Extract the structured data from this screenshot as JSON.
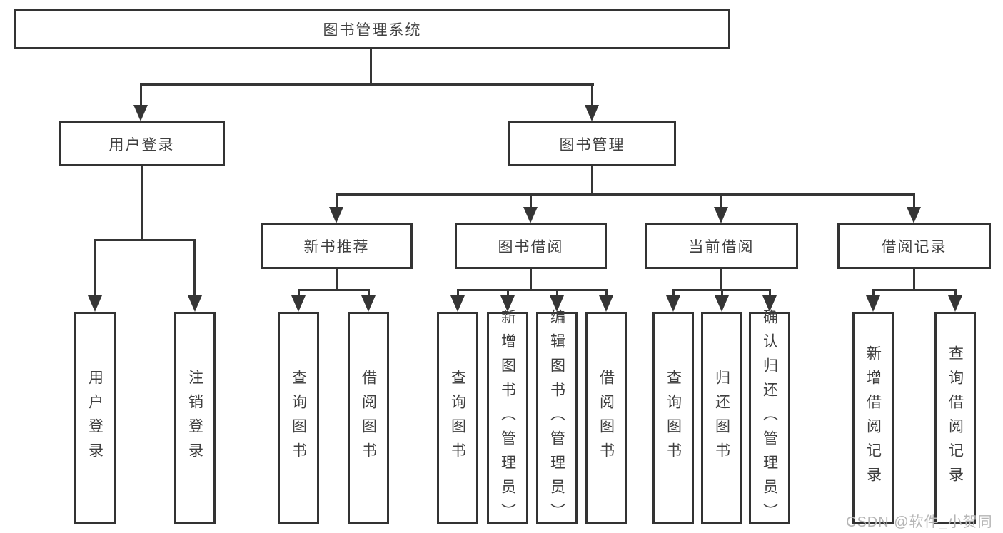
{
  "diagram": {
    "root": {
      "label": "图书管理系统"
    },
    "level2": [
      {
        "label": "用户登录"
      },
      {
        "label": "图书管理"
      }
    ],
    "level3": [
      {
        "label": "新书推荐"
      },
      {
        "label": "图书借阅"
      },
      {
        "label": "当前借阅"
      },
      {
        "label": "借阅记录"
      }
    ],
    "leaves": {
      "user_login": [
        "用户登录",
        "注销登录"
      ],
      "new_book_recommend": [
        "查询图书",
        "借阅图书"
      ],
      "book_borrowing": [
        "查询图书",
        "新增图书（管理员）",
        "编辑图书（管理员）",
        "借阅图书"
      ],
      "current_borrowing": [
        "查询图书",
        "归还图书",
        "确认归还（管理员）"
      ],
      "borrowing_records": [
        "新增借阅记录",
        "查询借阅记录"
      ]
    },
    "watermark": "CSDN @软件_小贺同学",
    "colors": {
      "line": "#353535",
      "box_border": "#333333",
      "box_fill": "#ffffff",
      "text": "#3f3f3f",
      "watermark": "#b5b5b5",
      "background": "#ffffff"
    }
  }
}
